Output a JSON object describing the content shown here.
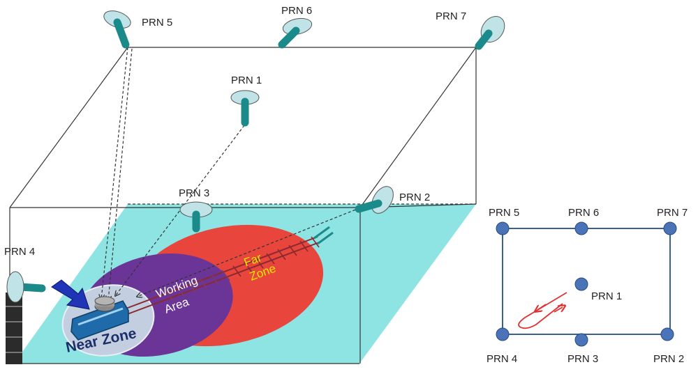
{
  "prn_labels": {
    "prn1": "PRN 1",
    "prn2": "PRN 2",
    "prn3": "PRN 3",
    "prn4": "PRN 4",
    "prn5": "PRN 5",
    "prn6": "PRN 6",
    "prn7": "PRN 7"
  },
  "zones": {
    "far_line1": "Far",
    "far_line2": "Zone",
    "working_line1": "Working",
    "working_line2": "Area",
    "near": "Near Zone"
  },
  "colors": {
    "ground": "#8ee3e3",
    "far_zone": "#e8453c",
    "working_area": "#6a3597",
    "near_zone": "#c3cfe0",
    "pseudolite_head": "#bfe3e6",
    "pseudolite_body": "#1a8a8a",
    "schematic_node": "#4a73b8",
    "schematic_frame": "#3a5e9a",
    "trajectory": "#e03030"
  }
}
